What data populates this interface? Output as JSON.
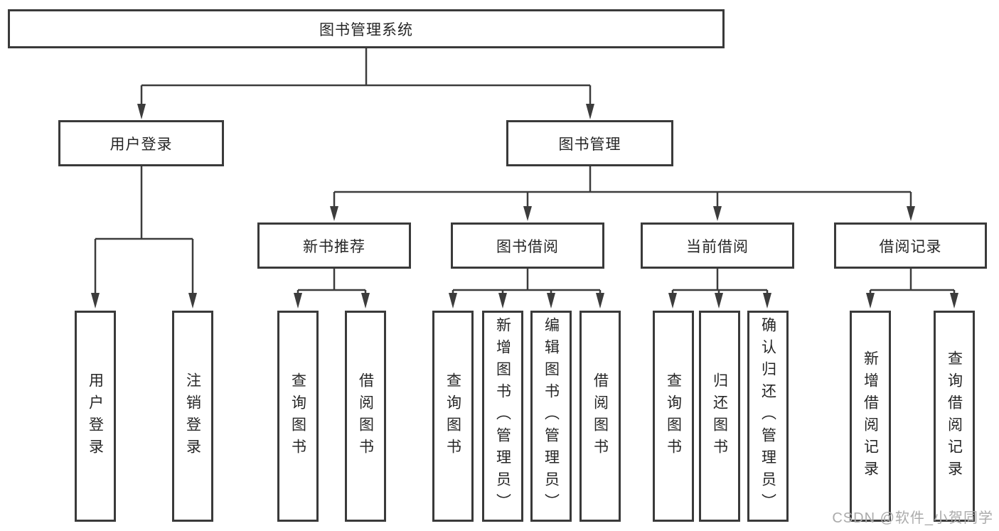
{
  "tree": {
    "label": "图书管理系统",
    "children": [
      {
        "label": "用户登录",
        "children": [
          {
            "label": "用户登录"
          },
          {
            "label": "注销登录"
          }
        ]
      },
      {
        "label": "图书管理",
        "children": [
          {
            "label": "新书推荐",
            "children": [
              {
                "label": "查询图书"
              },
              {
                "label": "借阅图书"
              }
            ]
          },
          {
            "label": "图书借阅",
            "children": [
              {
                "label": "查询图书"
              },
              {
                "label": "新增图书（管理员）"
              },
              {
                "label": "编辑图书（管理员）"
              },
              {
                "label": "借阅图书"
              }
            ]
          },
          {
            "label": "当前借阅",
            "children": [
              {
                "label": "查询图书"
              },
              {
                "label": "归还图书"
              },
              {
                "label": "确认归还（管理员）"
              }
            ]
          },
          {
            "label": "借阅记录",
            "children": [
              {
                "label": "新增借阅记录"
              },
              {
                "label": "查询借阅记录"
              }
            ]
          }
        ]
      }
    ]
  },
  "watermark": {
    "text": "CSDN @软件_小贺同学"
  },
  "colors": {
    "line": "#3c3c3c",
    "border": "#3a3a3a",
    "fill": "#ffffff",
    "text": "#262626",
    "watermark": "#ababab",
    "background": "#ffffff"
  }
}
